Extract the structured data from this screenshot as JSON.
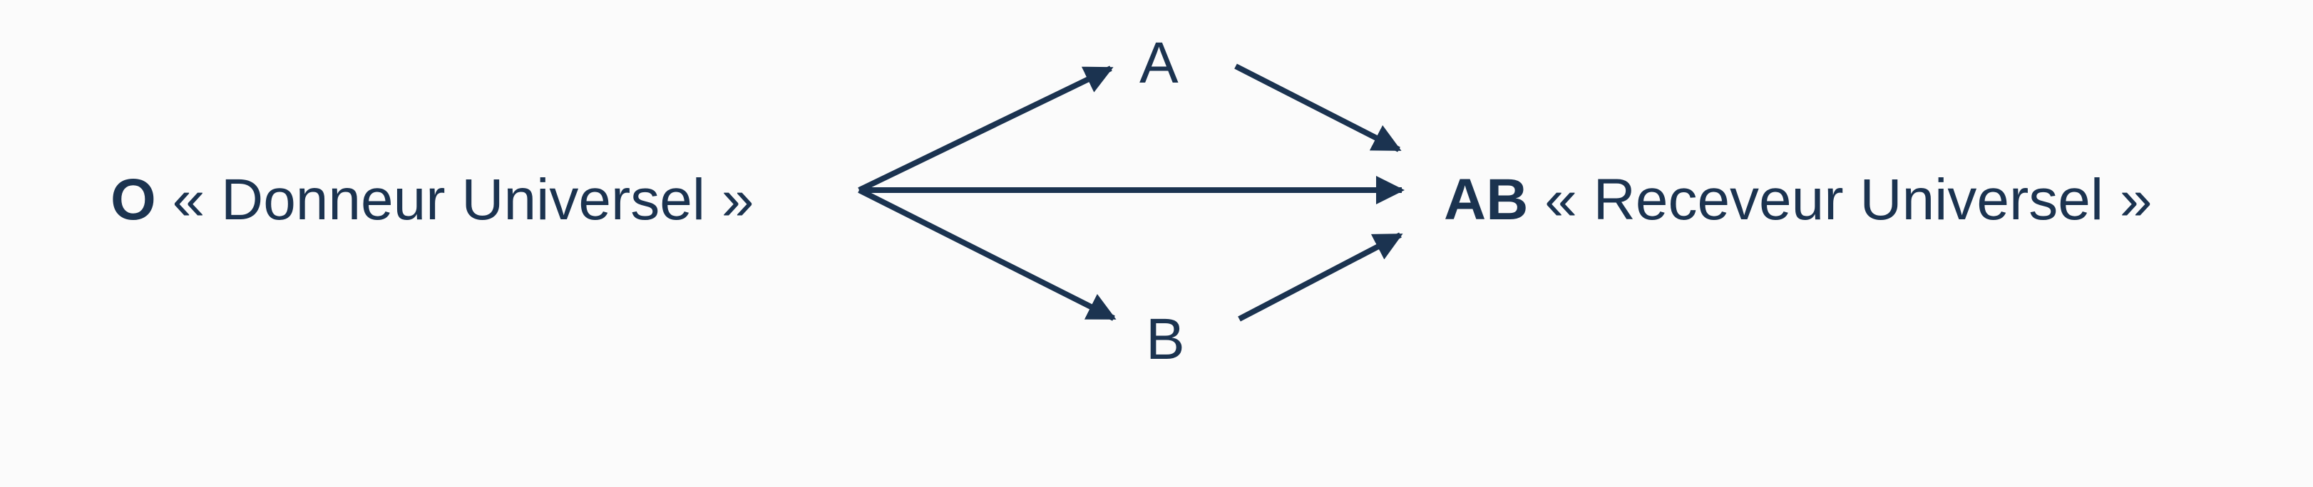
{
  "colors": {
    "ink": "#1b3350",
    "background": "#fbfbfb"
  },
  "nodes": {
    "o": {
      "type": "O",
      "label": "« Donneur Universel »"
    },
    "ab": {
      "type": "AB",
      "label": "« Receveur Universel »"
    },
    "a": {
      "type": "A"
    },
    "b": {
      "type": "B"
    }
  },
  "edges": [
    {
      "from": "O",
      "to": "A"
    },
    {
      "from": "O",
      "to": "AB"
    },
    {
      "from": "O",
      "to": "B"
    },
    {
      "from": "A",
      "to": "AB"
    },
    {
      "from": "B",
      "to": "AB"
    }
  ]
}
